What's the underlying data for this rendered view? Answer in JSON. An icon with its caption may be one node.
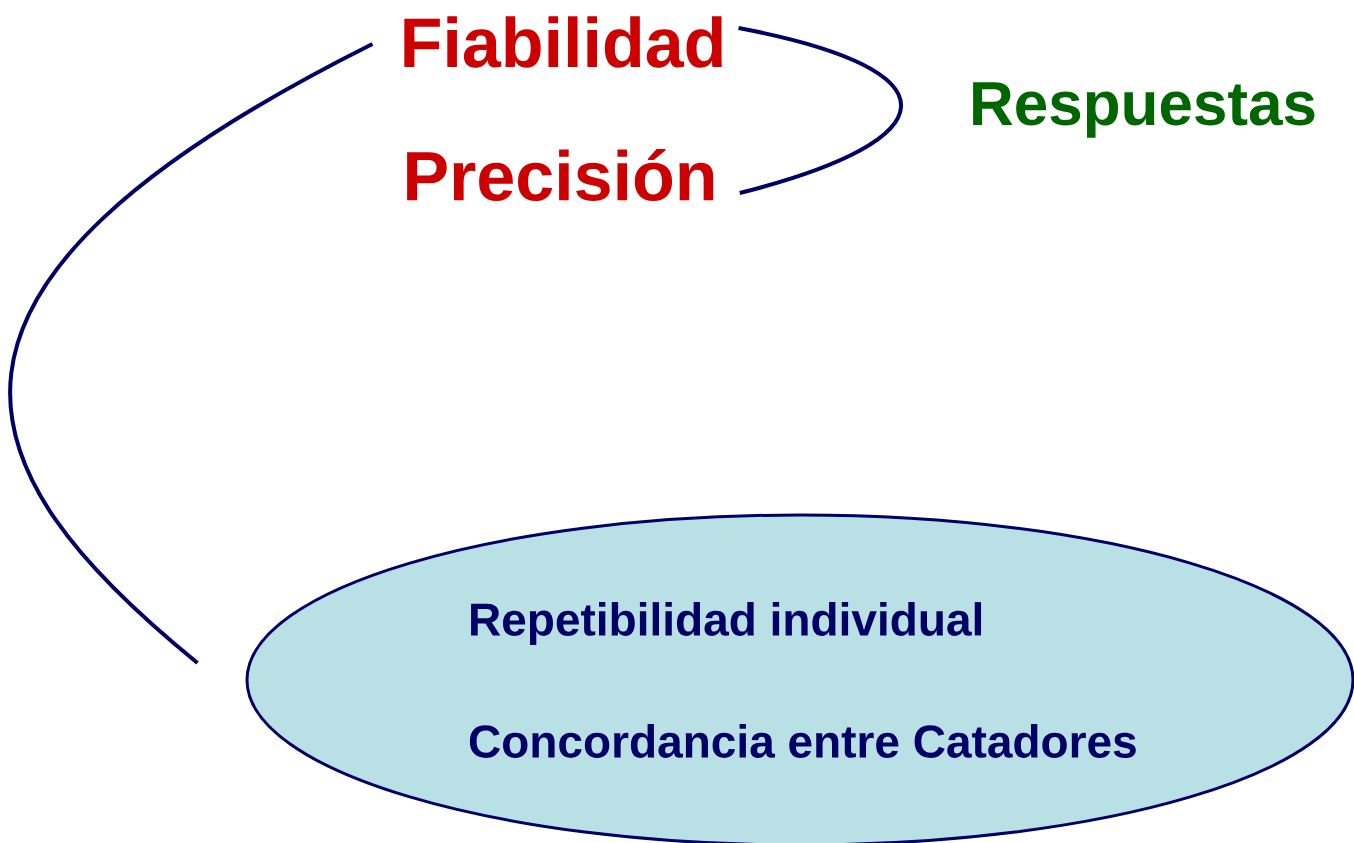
{
  "diagram": {
    "nodes": [
      {
        "text": [
          "Fiabilidad"
        ]
      },
      {
        "text": [
          "Precisión"
        ]
      },
      {
        "text": [
          "Respuestas"
        ]
      },
      {
        "text": [
          "Repetibilidad individual",
          "Concordancia entre Catadores"
        ]
      }
    ],
    "edges": [
      {
        "from": 0,
        "to": 1,
        "arrow": "none"
      },
      {
        "from": 0,
        "to": 3,
        "arrow": "none"
      }
    ]
  }
}
